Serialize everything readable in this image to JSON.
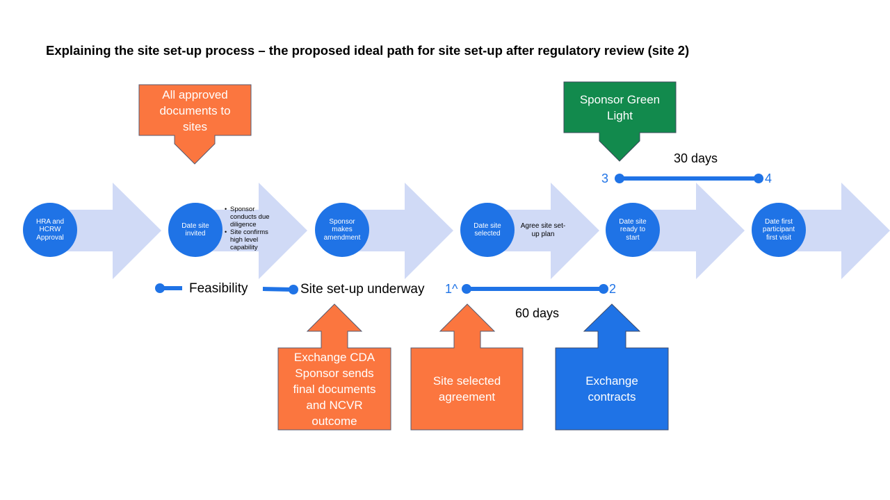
{
  "title": "Explaining the site set-up process – the proposed ideal path for site set-up after regulatory review  (site 2)",
  "colors": {
    "arrow_fill": "#d0daf6",
    "circle_fill": "#1f73e6",
    "orange": "#fb763f",
    "green": "#128a4d",
    "blue_box": "#1f73e6",
    "timeline": "#1f73e6"
  },
  "steps": [
    {
      "label": "HRA and\nHCRW\nApproval"
    },
    {
      "label": "Date site\ninvited",
      "bullets": [
        "Sponsor conducts due diligence",
        "Site confirms high level capability"
      ]
    },
    {
      "label": "Sponsor\nmakes\namendment"
    },
    {
      "label": "Date site\nselected",
      "note": "Agree site set-\nup plan"
    },
    {
      "label": "Date site\nready to\nstart"
    },
    {
      "label": "Date first\nparticipant\nfirst visit"
    }
  ],
  "callouts_top": [
    {
      "text": "All approved\ndocuments to\nsites",
      "color": "orange"
    },
    {
      "text": "Sponsor Green\nLight",
      "color": "green"
    }
  ],
  "callouts_bottom": [
    {
      "text": "Exchange CDA\nSponsor sends\nfinal documents\nand NCVR\noutcome",
      "color": "orange"
    },
    {
      "text": "Site selected\nagreement",
      "color": "orange"
    },
    {
      "text": "Exchange\ncontracts",
      "color": "blue"
    }
  ],
  "timeline": {
    "feasibility": "Feasibility",
    "underway": "Site set-up underway",
    "marker_1": "1^",
    "marker_2": "2",
    "marker_3": "3",
    "marker_4": "4",
    "duration_60": "60 days",
    "duration_30": "30 days"
  }
}
